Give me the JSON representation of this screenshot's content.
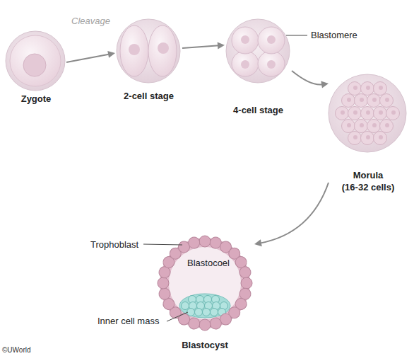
{
  "diagram": {
    "nodes": [
      {
        "text": [
          "Zygote"
        ]
      },
      {
        "text": [
          "2-cell stage"
        ]
      },
      {
        "text": [
          "4-cell stage"
        ]
      },
      {
        "text": [
          "Morula",
          "(16-32 cells)"
        ]
      },
      {
        "text": [
          "Blastocyst"
        ]
      }
    ],
    "edges": [
      {
        "from": 0,
        "to": 1,
        "arrow": "to",
        "label": "Cleavage"
      },
      {
        "from": 1,
        "to": 2,
        "arrow": "to"
      },
      {
        "from": 2,
        "to": 3,
        "arrow": "to"
      },
      {
        "from": 3,
        "to": 4,
        "arrow": "to"
      }
    ],
    "labels": [
      "Blastomere",
      "Trophoblast",
      "Blastocoel",
      "Inner cell mass",
      "©UWorld"
    ]
  }
}
